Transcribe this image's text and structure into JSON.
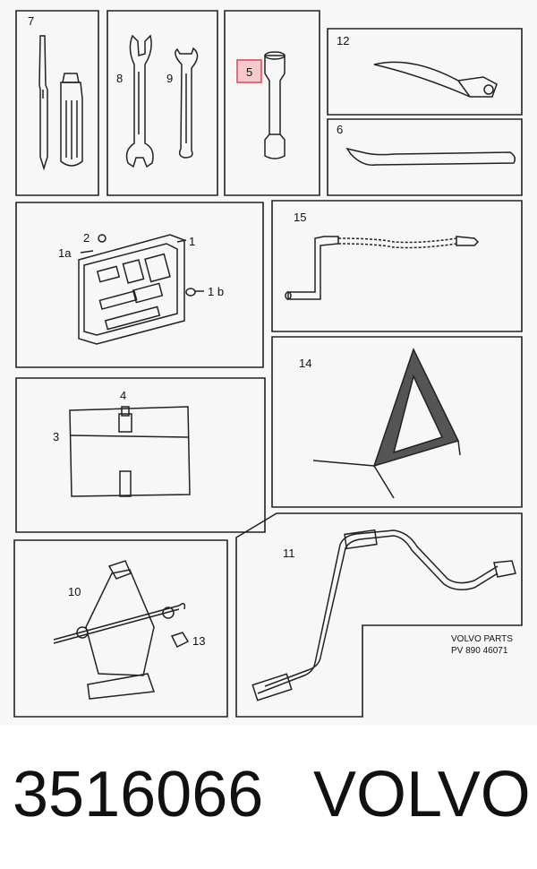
{
  "callouts": {
    "c7": "7",
    "c8": "8",
    "c9": "9",
    "c5": "5",
    "c12": "12",
    "c6": "6",
    "c2": "2",
    "c1a": "1a",
    "c1": "1",
    "c1b": "1 b",
    "c15": "15",
    "c4": "4",
    "c3": "3",
    "c14": "14",
    "c10": "10",
    "c13": "13",
    "c11": "11"
  },
  "stamp": {
    "line1": "VOLVO  PARTS",
    "line2": "PV 890   46071"
  },
  "highlight_color": "#e0505a",
  "caption": {
    "part_number": "3516066",
    "brand": "VOLVO"
  }
}
